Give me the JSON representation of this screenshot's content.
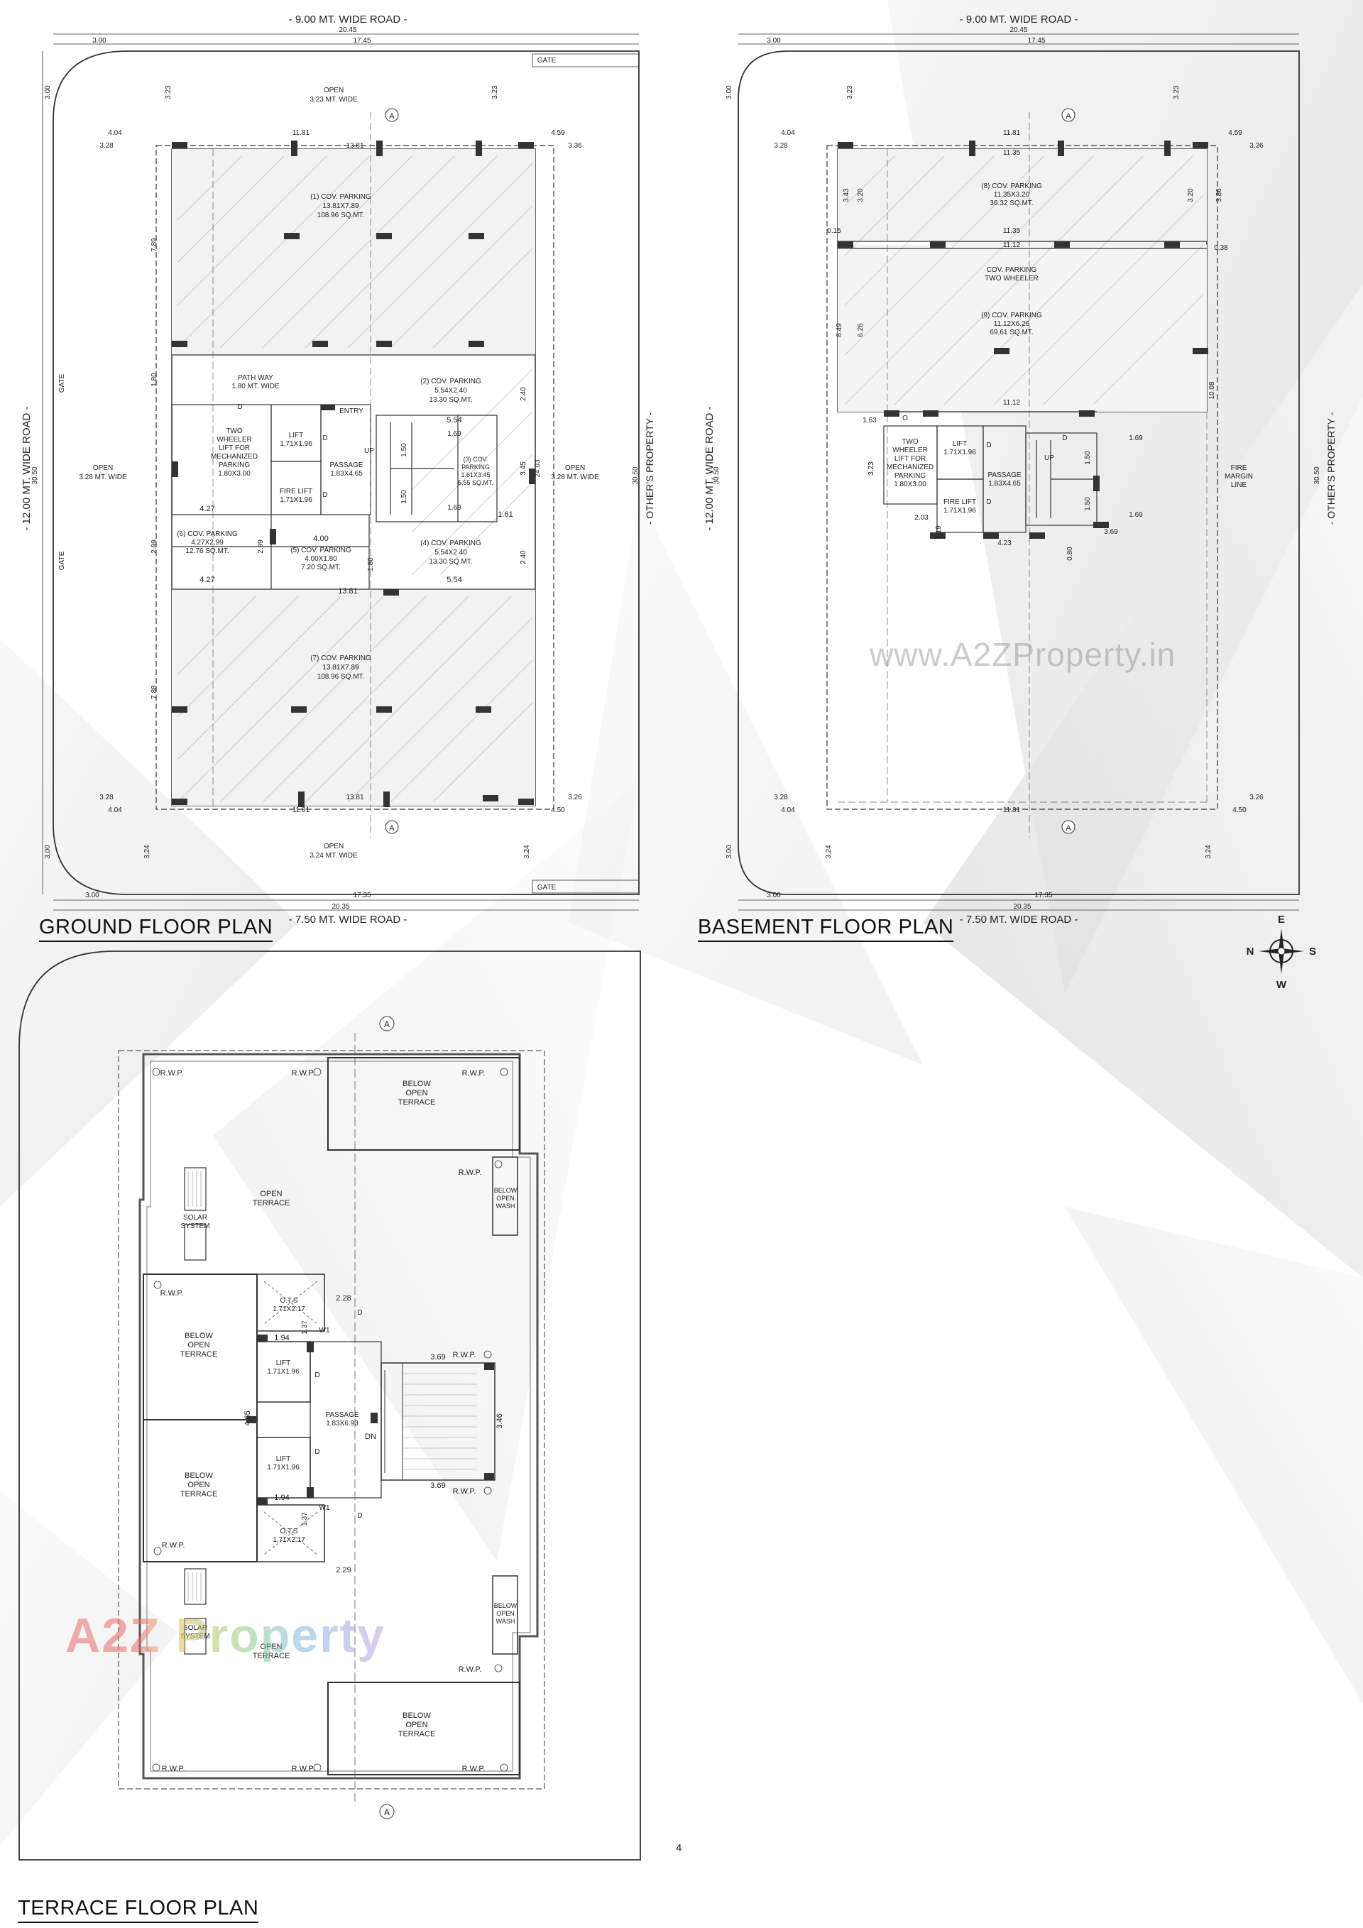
{
  "page": {
    "page_number": "4"
  },
  "watermarks": {
    "url": "www.A2ZProperty.in",
    "logo": "A2Z Property"
  },
  "compass": {
    "e": "E",
    "w": "W",
    "n": "N",
    "s": "S"
  },
  "ground": {
    "title": "GROUND FLOOR PLAN",
    "roads": {
      "top": "- 9.00 MT. WIDE ROAD -",
      "bottom": "- 7.50 MT. WIDE ROAD -",
      "left": "- 12.00 MT. WIDE ROAD -",
      "right": "- OTHER'S PROPERTY -"
    },
    "dims": {
      "top_20_45": "20.45",
      "top_3_00": "3.00",
      "top_17_45": "17.45",
      "left_3_00": "3.00",
      "top_3_23a": "3.23",
      "top_3_23b": "3.23",
      "d_4_04": "4.04",
      "d_11_81": "11.81",
      "d_4_59": "4.59",
      "d_3_28": "3.28",
      "d_13_81": "13.81",
      "d_3_36": "3.36",
      "d_7_89": "7.89",
      "d_1_80": "1.80",
      "d_2_40a": "2.40",
      "d_5_54a": "5.54",
      "d_1_69a": "1.69",
      "d_1_50a": "1.50",
      "d_3_45": "3.45",
      "d_24_03": "24.03",
      "d_30_50a": "30.50",
      "d_30_50b": "30.50",
      "d_1_50b": "1.50",
      "d_1_69b": "1.69",
      "d_1_61": "1.61",
      "d_4_27a": "4.27",
      "d_2_99a": "2.99",
      "d_2_99b": "2.99",
      "d_4_00": "4.00",
      "d_1_80b": "1.80",
      "d_2_40b": "2.40",
      "d_4_27b": "4.27",
      "d_5_54b": "5.54",
      "d_13_81b": "13.81",
      "d_7_88": "7.88",
      "d_3_28b": "3.28",
      "d_13_81c": "13.81",
      "d_3_26": "3.26",
      "d_4_04b": "4.04",
      "d_11_81b": "11.81",
      "d_4_50": "4.50",
      "d_3_00b": "3.00",
      "d_3_24a": "3.24",
      "d_3_24b": "3.24",
      "d_20_35": "20.35",
      "d_3_00c": "3.00",
      "d_17_35": "17.35"
    },
    "labels": {
      "gate_top": "GATE",
      "gate_bottom": "GATE",
      "gate_left1": "GATE",
      "gate_left2": "GATE",
      "open_top_1": "OPEN",
      "open_top_2": "3.23 MT. WIDE",
      "open_left_1": "OPEN",
      "open_left_2": "3.28 MT. WIDE",
      "open_right_1": "OPEN",
      "open_right_2": "3.28 MT. WIDE",
      "open_bottom_1": "OPEN",
      "open_bottom_2": "3.24 MT. WIDE",
      "p1_1": "(1) COV. PARKING",
      "p1_2": "13.81X7.89",
      "p1_3": "108.96 SQ.MT.",
      "pathway_1": "PATH WAY",
      "pathway_2": "1.80 MT. WIDE",
      "p2_1": "(2) COV. PARKING",
      "p2_2": "5.54X2.40",
      "p2_3": "13.30 SQ.MT.",
      "entry": "ENTRY",
      "twl_1": "TWO",
      "twl_2": "WHEELER",
      "twl_3": "LIFT FOR",
      "twl_4": "MECHANIZED",
      "twl_5": "PARKING",
      "twl_6": "1.80X3.00",
      "lift_1": "LIFT",
      "lift_2": "1.71X1.96",
      "fire_1": "FIRE LIFT",
      "fire_2": "1.71X1.96",
      "passage_1": "PASSAGE",
      "passage_2": "1.83X4.65",
      "up": "UP",
      "p3_1": "(3) COV.",
      "p3_2": "PARKING",
      "p3_3": "1.61X3.45",
      "p3_4": "5.55 SQ.MT.",
      "p6_1": "(6) COV. PARKING",
      "p6_2": "4.27X2.99",
      "p6_3": "12.76 SQ.MT.",
      "p5_1": "(5) COV. PARKING",
      "p5_2": "4.00X1.80",
      "p5_3": "7.20 SQ.MT.",
      "p4_1": "(4) COV. PARKING",
      "p4_2": "5.54X2.40",
      "p4_3": "13.30 SQ.MT.",
      "p7_1": "(7) COV. PARKING",
      "p7_2": "13.81X7.89",
      "p7_3": "108.96 SQ.MT.",
      "d1": "D",
      "d2": "D",
      "d3": "D",
      "axis_top": "A",
      "axis_bottom": "A"
    }
  },
  "basement": {
    "title": "BASEMENT FLOOR PLAN",
    "roads": {
      "top": "- 9.00 MT. WIDE ROAD -",
      "bottom": "- 7.50 MT. WIDE ROAD -",
      "left": "- 12.00 MT. WIDE ROAD -",
      "right": "- OTHER'S PROPERTY -"
    },
    "dims": {
      "b_3_00": "3.00",
      "b_20_45": "20.45",
      "b_17_45": "17.45",
      "b_3_00l": "3.00",
      "b_3_23a": "3.23",
      "b_3_23b": "3.23",
      "b_4_04": "4.04",
      "b_11_81": "11.81",
      "b_4_59": "4.59",
      "b_3_28": "3.28",
      "b_11_35": "11.35",
      "b_3_36": "3.36",
      "b_3_43": "3.43",
      "b_3_20a": "3.20",
      "b_3_20b": "3.20",
      "b_3_86": "3.86",
      "b_0_15": "0.15",
      "b_11_35b": "11.35",
      "b_11_12": "11.12",
      "b_0_38": "0.38",
      "b_8_49": "8.49",
      "b_6_26": "6.26",
      "b_10_08": "10.08",
      "b_11_12b": "11.12",
      "b_1_63": "1.63",
      "b_1_69a": "1.69",
      "b_30_50a": "30.50",
      "b_30_50b": "30.50",
      "b_3_23c": "3.23",
      "b_1_50a": "1.50",
      "b_1_50b": "1.50",
      "b_1_69b": "1.69",
      "b_2_03": "2.03",
      "b_1_19": "1.19",
      "b_3_69": "3.69",
      "b_4_23": "4.23",
      "b_0_80": "0.80",
      "b_3_28b": "3.28",
      "b_3_26": "3.26",
      "b_4_04b": "4.04",
      "b_11_81b": "11.81",
      "b_4_50": "4.50",
      "b_3_00b": "3.00",
      "b_3_24a": "3.24",
      "b_3_24b": "3.24",
      "b_20_35": "20.35",
      "b_3_00c": "3.00",
      "b_17_35": "17.35"
    },
    "labels": {
      "p8_1": "(8) COV. PARKING",
      "p8_2": "11.35X3.20",
      "p8_3": "36.32 SQ.MT.",
      "tw_1": "COV. PARKING",
      "tw_2": "TWO WHEELER",
      "p9_1": "(9) COV. PARKING",
      "p9_2": "11.12X6.26",
      "p9_3": "69.61 SQ.MT.",
      "twl_1": "TWO",
      "twl_2": "WHEELER",
      "twl_3": "LIFT FOR",
      "twl_4": "MECHANIZED",
      "twl_5": "PARKING",
      "twl_6": "1.80X3.00",
      "lift_1": "LIFT",
      "lift_2": "1.71X1.96",
      "fire_1": "FIRE LIFT",
      "fire_2": "1.71X1.96",
      "passage_1": "PASSAGE",
      "passage_2": "1.83X4.65",
      "up": "UP",
      "o": "O",
      "fml_1": "FIRE",
      "fml_2": "MARGIN",
      "fml_3": "LINE",
      "d1": "D",
      "d2": "D",
      "d3": "D",
      "axis_top": "A",
      "axis_bottom": "A"
    }
  },
  "terrace": {
    "title": "TERRACE FLOOR PLAN",
    "labels": {
      "axis_top": "A",
      "axis_bottom": "A",
      "rwp": "R.W.P.",
      "bot_1": "BELOW",
      "bot_2": "OPEN",
      "bot_3": "TERRACE",
      "ot_1": "OPEN",
      "ot_2": "TERRACE",
      "solar_1": "SOLAR",
      "solar_2": "SYSTEM",
      "wash_1": "BELOW",
      "wash_2": "OPEN",
      "wash_3": "WASH",
      "ots_1": "O.T.S",
      "ots_2": "1.71X2.17",
      "lift_1": "LIFT",
      "lift_2": "1.71X1.96",
      "passage_1": "PASSAGE",
      "passage_2": "1.83X6.93",
      "dn": "DN",
      "w1": "W1",
      "d": "D",
      "d_2_28": "2.28",
      "d_2_29": "2.29",
      "d_1_94": "1.94",
      "d_1_37": "1.37",
      "d_3_69": "3.69",
      "d_3_46": "3.46",
      "d_4_65": "4.65"
    }
  }
}
